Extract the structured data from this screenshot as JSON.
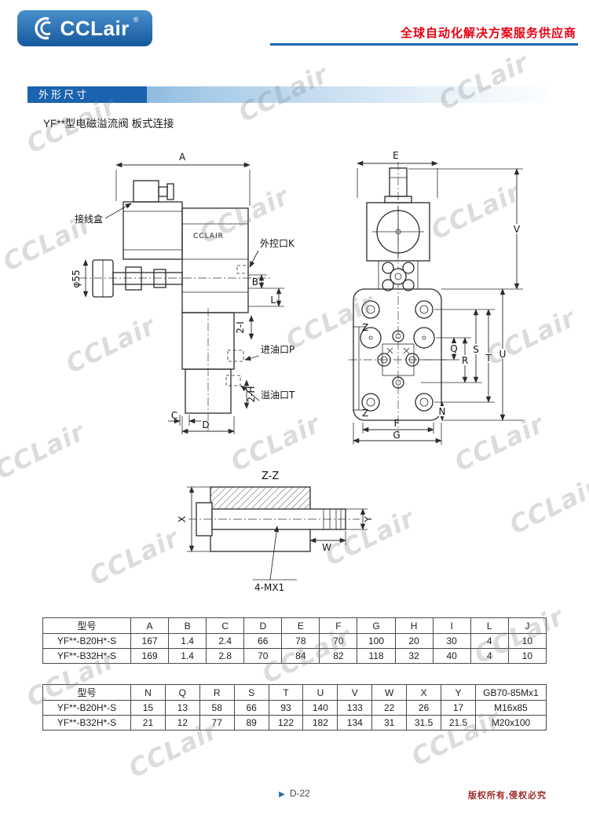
{
  "header": {
    "logo_text": "CCLair",
    "logo_reg": "®",
    "tagline": "全球自动化解决方案服务供应商"
  },
  "section": {
    "title": "外形尺寸"
  },
  "subtitle": "YF**型电磁溢流阀 板式连接",
  "watermark": {
    "text": "CCLair"
  },
  "drawings": {
    "side_view": {
      "label_junction_box": "接线盒",
      "brand_mark": "CCLAIR",
      "label_control_port": "外控口K",
      "label_inlet_port": "进油口P",
      "label_drain_port": "溢油口T",
      "dim_A": "A",
      "dim_B": "B",
      "dim_L": "L",
      "dim_2I": "2-I",
      "dim_2H": "2-H",
      "dim_C": "C",
      "dim_D": "D",
      "dim_phi55": "φ55"
    },
    "top_view": {
      "dim_E": "E",
      "dim_V": "V",
      "dim_U": "U",
      "dim_T": "T",
      "dim_S": "S",
      "dim_R": "R",
      "dim_Q": "Q",
      "dim_N": "N",
      "dim_F": "F",
      "dim_G": "G",
      "dim_Z_top": "Z",
      "dim_Z_bottom": "Z"
    },
    "section_view": {
      "title": "Z-Z",
      "dim_X": "X",
      "dim_Y": "Y",
      "dim_W": "W",
      "label_thread": "4-MX1"
    }
  },
  "table1": {
    "headers": [
      "型号",
      "A",
      "B",
      "C",
      "D",
      "E",
      "F",
      "G",
      "H",
      "I",
      "L",
      "J"
    ],
    "rows": [
      [
        "YF**-B20H*-S",
        "167",
        "1.4",
        "2.4",
        "66",
        "78",
        "70",
        "100",
        "20",
        "30",
        "4",
        "10"
      ],
      [
        "YF**-B32H*-S",
        "169",
        "1.4",
        "2.8",
        "70",
        "84",
        "82",
        "118",
        "32",
        "40",
        "4",
        "10"
      ]
    ]
  },
  "table2": {
    "headers": [
      "型号",
      "N",
      "Q",
      "R",
      "S",
      "T",
      "U",
      "V",
      "W",
      "X",
      "Y",
      "GB70-85Mx1"
    ],
    "rows": [
      [
        "YF**-B20H*-S",
        "15",
        "13",
        "58",
        "66",
        "93",
        "140",
        "133",
        "22",
        "26",
        "17",
        "M16x85"
      ],
      [
        "YF**-B32H*-S",
        "21",
        "12",
        "77",
        "89",
        "122",
        "182",
        "134",
        "31",
        "31.5",
        "21.5",
        "M20x100"
      ]
    ]
  },
  "footer": {
    "page": "D-22",
    "copyright": "版权所有,侵权必究"
  }
}
